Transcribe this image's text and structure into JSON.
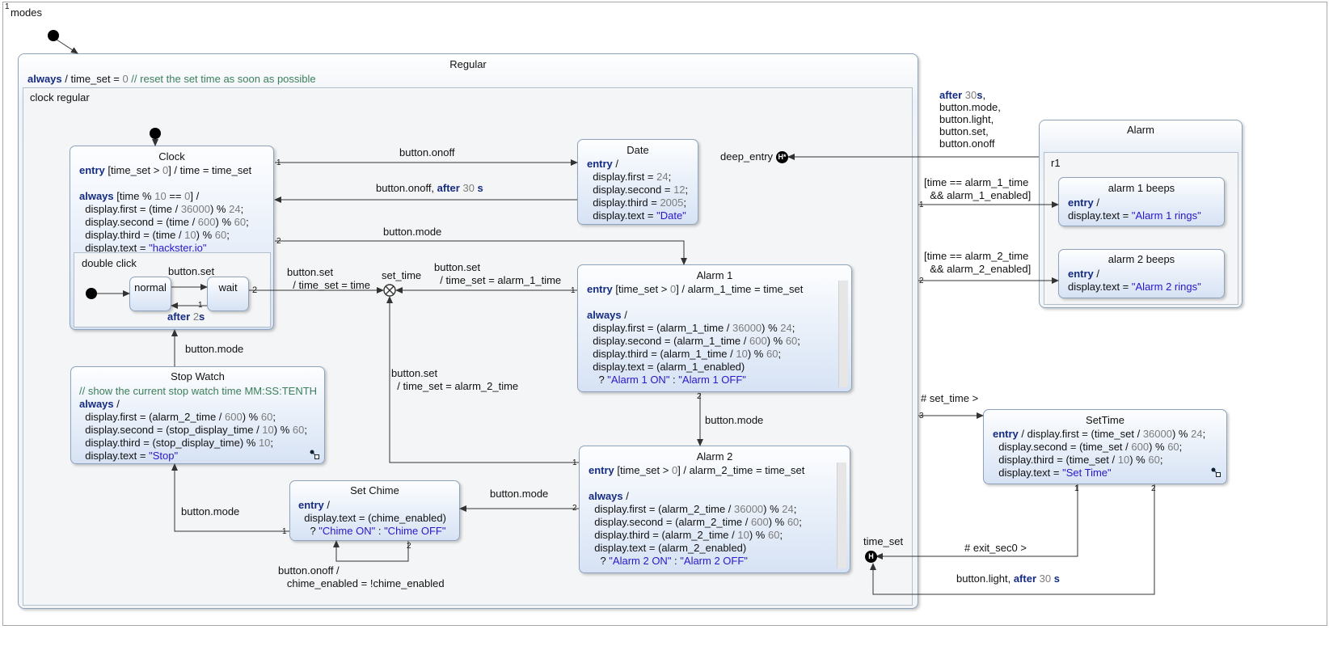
{
  "root": {
    "number": "1",
    "name": "modes"
  },
  "regular": {
    "title": "Regular",
    "always_kw": "always",
    "always_rest": " / time_set = ",
    "always_num": "0",
    "always_comment": " // reset the set time as soon as possible"
  },
  "clock_region": {
    "name": "clock regular"
  },
  "clock": {
    "title": "Clock",
    "entry_kw": "entry",
    "entry_a": " [time_set > ",
    "entry_n": "0",
    "entry_b": "] / time = time_set",
    "always_kw": "always",
    "always_a": " [time % ",
    "always_n1": "10",
    "always_b": " == ",
    "always_n2": "0",
    "always_c": "] /",
    "l1a": "  display.first = (time / ",
    "l1n": "36000",
    "l1b": ") % ",
    "l1m": "24",
    "l1c": ";",
    "l2a": "  display.second = (time / ",
    "l2n": "600",
    "l2b": ") % ",
    "l2m": "60",
    "l2c": ";",
    "l3a": "  display.third = (time / ",
    "l3n": "10",
    "l3b": ") % ",
    "l3m": "60",
    "l3c": ";",
    "l4a": "  display.text = ",
    "l4s": "\"hackster.io\""
  },
  "double_click": {
    "name": "double click",
    "normal": "normal",
    "wait": "wait",
    "t_set": "button.set",
    "t_after_kw": "after",
    "t_after_n": "2",
    "t_after_s": "s",
    "p_wait": "2",
    "p_back": "1"
  },
  "date": {
    "title": "Date",
    "entry_kw": "entry",
    "entry_rest": " /",
    "l1a": "  display.first = ",
    "l1n": "24",
    "l1c": ";",
    "l2a": "  display.second = ",
    "l2n": "12",
    "l2c": ";",
    "l3a": "  display.third = ",
    "l3n": "2005",
    "l3c": ";",
    "l4a": "  display.text = ",
    "l4s": "\"Date\""
  },
  "alarm1": {
    "title": "Alarm 1",
    "entry_kw": "entry",
    "entry_a": " [time_set > ",
    "entry_n": "0",
    "entry_b": "] / alarm_1_time = time_set",
    "always_kw": "always",
    "always_rest": " /",
    "l1a": "  display.first = (alarm_1_time / ",
    "l1n": "36000",
    "l1b": ") % ",
    "l1m": "24",
    "l1c": ";",
    "l2a": "  display.second = (alarm_1_time / ",
    "l2n": "600",
    "l2b": ") % ",
    "l2m": "60",
    "l2c": ";",
    "l3a": "  display.third = (alarm_1_time / ",
    "l3n": "10",
    "l3b": ") % ",
    "l3m": "60",
    "l3c": ";",
    "l4": "  display.text = (alarm_1_enabled)",
    "l5a": "    ? ",
    "l5s1": "\"Alarm 1 ON\"",
    "l5b": " : ",
    "l5s2": "\"Alarm 1 OFF\""
  },
  "alarm2": {
    "title": "Alarm 2",
    "entry_kw": "entry",
    "entry_a": " [time_set > ",
    "entry_n": "0",
    "entry_b": "] / alarm_2_time = time_set",
    "always_kw": "always",
    "always_rest": " /",
    "l1a": "  display.first = (alarm_2_time / ",
    "l1n": "36000",
    "l1b": ") % ",
    "l1m": "24",
    "l1c": ";",
    "l2a": "  display.second = (alarm_2_time / ",
    "l2n": "600",
    "l2b": ") % ",
    "l2m": "60",
    "l2c": ";",
    "l3a": "  display.third = (alarm_2_time / ",
    "l3n": "10",
    "l3b": ") % ",
    "l3m": "60",
    "l3c": ";",
    "l4": "  display.text = (alarm_2_enabled)",
    "l5a": "    ? ",
    "l5s1": "\"Alarm 2 ON\"",
    "l5b": " : ",
    "l5s2": "\"Alarm 2 OFF\""
  },
  "stopwatch": {
    "title": "Stop Watch",
    "comment": "// show the current stop watch time MM:SS:TENTH",
    "always_kw": "always",
    "always_rest": " /",
    "l1a": "  display.first = (alarm_2_time / ",
    "l1n": "600",
    "l1b": ") % ",
    "l1m": "60",
    "l1c": ";",
    "l2a": "  display.second = (stop_display_time / ",
    "l2n": "10",
    "l2b": ") % ",
    "l2m": "60",
    "l2c": ";",
    "l3a": "  display.third = (stop_display_time) % ",
    "l3n": "10",
    "l3c": ";",
    "l4a": "  display.text = ",
    "l4s": "\"Stop\""
  },
  "setchime": {
    "title": "Set Chime",
    "entry_kw": "entry",
    "entry_rest": " /",
    "l1": "  display.text = (chime_enabled)",
    "l2a": "    ? ",
    "l2s1": "\"Chime ON\"",
    "l2b": " : ",
    "l2s2": "\"Chime OFF\""
  },
  "alarm_state": {
    "title": "Alarm",
    "region": "r1",
    "beeps1": {
      "title": "alarm 1 beeps",
      "entry_kw": "entry",
      "entry_rest": " /",
      "l1a": "display.text = ",
      "l1s": "\"Alarm 1 rings\""
    },
    "beeps2": {
      "title": "alarm 2 beeps",
      "entry_kw": "entry",
      "entry_rest": " /",
      "l1a": "display.text = ",
      "l1s": "\"Alarm 2 rings\""
    }
  },
  "settime": {
    "title": "SetTime",
    "entry_kw": "entry",
    "entry_a": " / display.first = (time_set / ",
    "entry_n": "36000",
    "entry_b": ") % ",
    "entry_m": "24",
    "entry_c": ";",
    "l1a": "  display.second = (time_set / ",
    "l1n": "600",
    "l1b": ") % ",
    "l1m": "60",
    "l1c": ";",
    "l2a": "  display.third = (time_set / ",
    "l2n": "10",
    "l2b": ") % ",
    "l2m": "60",
    "l2c": ";",
    "l3a": "  display.text = ",
    "l3s": "\"Set Time\""
  },
  "labels": {
    "deep_entry": "deep_entry",
    "set_time": "set_time",
    "time_set": "time_set",
    "t_onoff": "button.onoff",
    "t_onoff_after": "button.onoff, ",
    "t_onoff_after_kw": "after",
    "t_onoff_after_n": " 30",
    "t_onoff_after_s": " s",
    "t_mode_alarm1": "button.mode",
    "t_set_clock": "button.set\n  / time_set = time",
    "t_set_alarm1": "button.set\n  / time_set = alarm_1_time",
    "t_set_alarm2": "button.set\n  / time_set = alarm_2_time",
    "t_mode_a1a2": "button.mode",
    "t_mode_sw_clock": "button.mode",
    "t_mode_a2_chime": "button.mode",
    "t_mode_chime_sw": "button.mode",
    "t_chime_self": "button.onoff /\n   chime_enabled = !chime_enabled",
    "t_alarm_exit_kw": "after",
    "t_alarm_exit_n": " 30",
    "t_alarm_exit_s": "s",
    "t_alarm_exit_rest": ",\nbutton.mode,\nbutton.light,\nbutton.set,\nbutton.onoff",
    "t_alarm1_guard": "[time == alarm_1_time\n  && alarm_1_enabled]",
    "t_alarm2_guard": "[time == alarm_2_time\n  && alarm_2_enabled]",
    "t_set_time_trigger": "# set_time >",
    "t_exit_sec0": "# exit_sec0 >",
    "t_light_after": "button.light, ",
    "t_light_after_kw": "after",
    "t_light_after_n": " 30",
    "t_light_after_s": " s",
    "hist_h": "H",
    "hist_hstar": "H*"
  },
  "priorities": {
    "clock_onoff": "1",
    "clock_mode": "2",
    "dc_wait": "2",
    "alarm1_set": "1",
    "alarm1_mode": "2",
    "alarm2_set": "1",
    "alarm2_mode": "2",
    "chime_mode": "1",
    "chime_self": "2",
    "reg_alarm1": "1",
    "reg_alarm2": "2",
    "reg_settime": "3",
    "settime_exit": "1",
    "settime_light": "2"
  }
}
